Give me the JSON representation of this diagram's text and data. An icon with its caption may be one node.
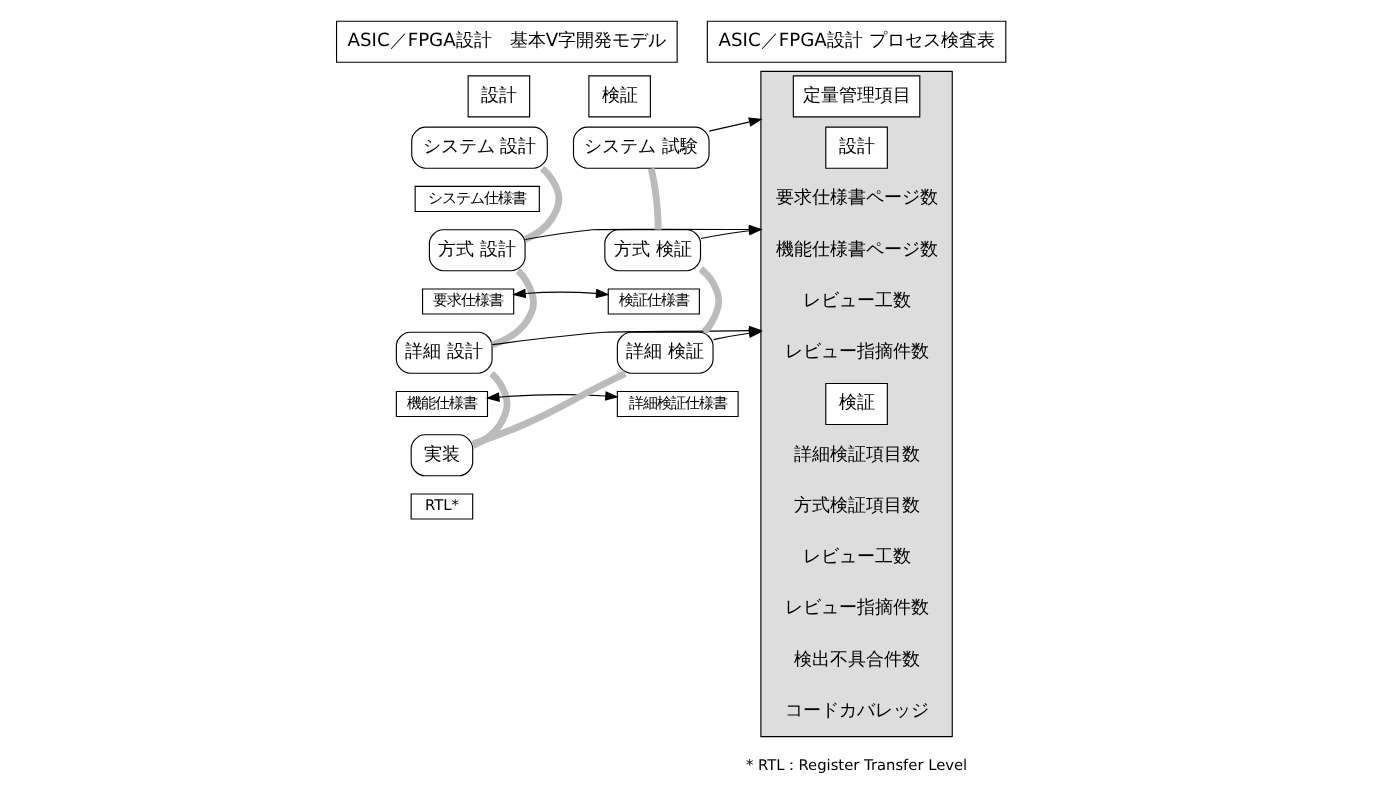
{
  "diagram": {
    "nodes": [
      {
        "text": [
          "ASIC／FPGA設計　基本V字開発モデル"
        ]
      },
      {
        "text": [
          "設計"
        ]
      },
      {
        "text": [
          "検証"
        ]
      },
      {
        "text": [
          "システム 設計"
        ]
      },
      {
        "text": [
          "システム仕様書"
        ]
      },
      {
        "text": [
          "方式 設計"
        ]
      },
      {
        "text": [
          "要求仕様書"
        ]
      },
      {
        "text": [
          "詳細 設計"
        ]
      },
      {
        "text": [
          "機能仕様書"
        ]
      },
      {
        "text": [
          "実装"
        ]
      },
      {
        "text": [
          "RTL*"
        ]
      },
      {
        "text": [
          "システム 試験"
        ]
      },
      {
        "text": [
          "方式 検証"
        ]
      },
      {
        "text": [
          "検証仕様書"
        ]
      },
      {
        "text": [
          "詳細 検証"
        ]
      },
      {
        "text": [
          "詳細検証仕様書"
        ]
      },
      {
        "text": [
          "ASIC／FPGA設計 プロセス検査表"
        ]
      },
      {
        "text": [],
        "shape": "box"
      },
      {
        "text": [
          "定量管理項目"
        ],
        "in": 17
      },
      {
        "text": [
          "設計"
        ],
        "in": 17
      },
      {
        "text": [
          "要求仕様書ページ数"
        ],
        "in": 17
      },
      {
        "text": [
          "機能仕様書ページ数"
        ],
        "in": 17
      },
      {
        "text": [
          "レビュー工数"
        ],
        "in": 17
      },
      {
        "text": [
          "レビュー指摘件数"
        ],
        "in": 17
      },
      {
        "text": [
          "検証"
        ],
        "in": 17
      },
      {
        "text": [
          "詳細検証項目数"
        ],
        "in": 17
      },
      {
        "text": [
          "方式検証項目数"
        ],
        "in": 17
      },
      {
        "text": [
          "レビュー工数"
        ],
        "in": 17
      },
      {
        "text": [
          "レビュー指摘件数"
        ],
        "in": 17
      },
      {
        "text": [
          "検出不具合件数"
        ],
        "in": 17
      },
      {
        "text": [
          "コードカバレッジ"
        ],
        "in": 17
      }
    ],
    "edges": [
      {
        "from": 3,
        "to": 5,
        "arrow": "none",
        "style": "thick",
        "color": "#bbbbbb"
      },
      {
        "from": 5,
        "to": 7,
        "arrow": "none",
        "style": "thick",
        "color": "#bbbbbb"
      },
      {
        "from": 7,
        "to": 9,
        "arrow": "none",
        "style": "thick",
        "color": "#bbbbbb"
      },
      {
        "from": 9,
        "to": 14,
        "arrow": "none",
        "style": "thick",
        "color": "#bbbbbb"
      },
      {
        "from": 14,
        "to": 12,
        "arrow": "none",
        "style": "thick",
        "color": "#bbbbbb"
      },
      {
        "from": 12,
        "to": 11,
        "arrow": "none",
        "style": "thick",
        "color": "#bbbbbb"
      },
      {
        "from": 6,
        "to": 13,
        "arrow": "both"
      },
      {
        "from": 8,
        "to": 15,
        "arrow": "both"
      },
      {
        "from": 5,
        "to": 17,
        "arrow": "to"
      },
      {
        "from": 7,
        "to": 17,
        "arrow": "to"
      },
      {
        "from": 14,
        "to": 17,
        "arrow": "to"
      },
      {
        "from": 12,
        "to": 17,
        "arrow": "to"
      },
      {
        "from": 11,
        "to": 17,
        "arrow": "to"
      }
    ],
    "labels": [
      "* RTL：Register Transfer Level"
    ]
  }
}
